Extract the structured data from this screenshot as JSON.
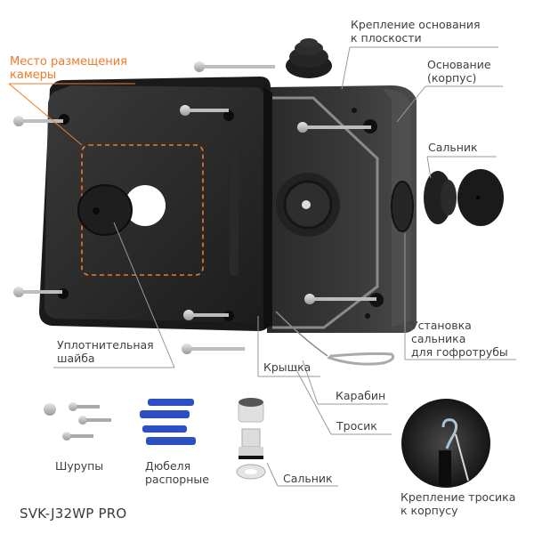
{
  "product": {
    "model": "SVK-J32WP PRO"
  },
  "colors": {
    "accent_orange": "#f07a28",
    "label_text": "#3f3f3f",
    "leader_line": "#9a9a9a",
    "housing_dark": "#2b2b2b",
    "dowel_blue": "#2d4fc4"
  },
  "labels": {
    "camera_placement": {
      "line1": "Место размещения",
      "line2": "камеры"
    },
    "base_mounting": {
      "line1": "Крепление основания",
      "line2": "к плоскости"
    },
    "base_housing": {
      "line1": "Основание",
      "line2": "(корпус)"
    },
    "gland_top": "Сальник",
    "gland_install": {
      "line1": "Установка",
      "line2": "сальника",
      "line3": "для гофротрубы"
    },
    "sealing_gasket": {
      "line1": "Уплотнительная",
      "line2": "шайба"
    },
    "lid": "Крышка",
    "carabiner": "Карабин",
    "cable": "Тросик",
    "screws": "Шурупы",
    "dowels": {
      "line1": "Дюбеля",
      "line2": "распорные"
    },
    "gland_bottom": "Сальник",
    "cable_attachment": {
      "line1": "Крепление тросика",
      "line2": "к корпусу"
    }
  }
}
